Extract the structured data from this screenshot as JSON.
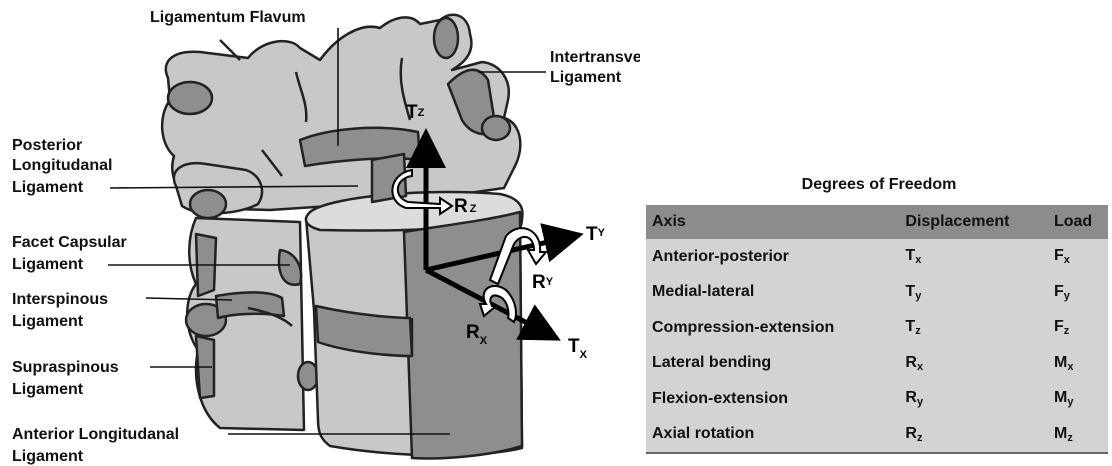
{
  "diagram": {
    "labels": {
      "ligamentum_flavum": "Ligamentum Flavum",
      "intertransverse_1": "Intertransverse",
      "intertransverse_2": "Ligament",
      "posterior_1": "Posterior",
      "posterior_2": "Longitudanal",
      "posterior_3": "Ligament",
      "facet_1": "Facet Capsular",
      "facet_2": "Ligament",
      "interspinous_1": "Interspinous",
      "interspinous_2": "Ligament",
      "supraspinous_1": "Supraspinous",
      "supraspinous_2": "Ligament",
      "anterior_1": "Anterior Longitudanal",
      "anterior_2": "Ligament"
    },
    "axes": {
      "tz": {
        "main": "T",
        "sub": "Z"
      },
      "rz": {
        "main": "R",
        "sub": "Z"
      },
      "ty": {
        "main": "T",
        "sub": "Y"
      },
      "ry": {
        "main": "R",
        "sub": "Y"
      },
      "rx": {
        "main": "R",
        "sub": "X"
      },
      "tx": {
        "main": "T",
        "sub": "X"
      }
    }
  },
  "table": {
    "title": "Degrees of Freedom",
    "headers": [
      "Axis",
      "Displacement",
      "Load"
    ],
    "rows": [
      {
        "axis": "Anterior-posterior",
        "disp": "T",
        "disp_sub": "x",
        "load": "F",
        "load_sub": "x"
      },
      {
        "axis": "Medial-lateral",
        "disp": "T",
        "disp_sub": "y",
        "load": "F",
        "load_sub": "y"
      },
      {
        "axis": "Compression-extension",
        "disp": "T",
        "disp_sub": "z",
        "load": "F",
        "load_sub": "z"
      },
      {
        "axis": "Lateral bending",
        "disp": "R",
        "disp_sub": "x",
        "load": "M",
        "load_sub": "x"
      },
      {
        "axis": "Flexion-extension",
        "disp": "R",
        "disp_sub": "y",
        "load": "M",
        "load_sub": "y"
      },
      {
        "axis": "Axial rotation",
        "disp": "R",
        "disp_sub": "z",
        "load": "M",
        "load_sub": "z"
      }
    ]
  },
  "colors": {
    "bone_light": "#c8c8c8",
    "bone_dark": "#8e8e8e",
    "header_bg": "#8c8c8c",
    "row_bg": "#d3d3d3"
  }
}
